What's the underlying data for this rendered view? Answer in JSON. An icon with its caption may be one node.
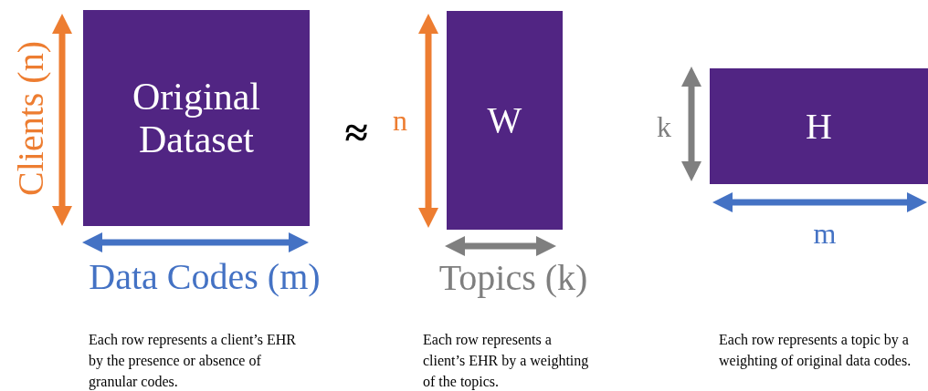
{
  "diagram": {
    "nodes": [
      {
        "text": [
          "Original Dataset"
        ]
      },
      {
        "text": [
          "W"
        ]
      },
      {
        "text": [
          "H"
        ]
      }
    ],
    "labels": [
      "Clients (n)",
      "Data Codes (m)",
      "≈",
      "n",
      "Topics (k)",
      "k",
      "m",
      "Each row represents a client’s EHR by the presence or absence of granular codes.",
      "Each row represents a client’s EHR by a weighting of the topics.",
      "Each row represents a topic by a weighting of original data codes."
    ]
  }
}
